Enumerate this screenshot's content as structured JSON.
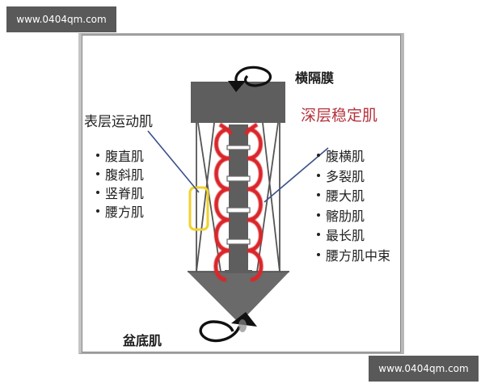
{
  "watermark": {
    "top": "www.0404qm.com",
    "bottom": "www.0404qm.com"
  },
  "diagram": {
    "labels": {
      "diaphragm": "横隔膜",
      "pelvic_floor": "盆底肌",
      "surface_muscles_title": "表层运动肌",
      "deep_muscles_title": "深层稳定肌"
    },
    "surface_muscles": [
      {
        "label": "腹直肌"
      },
      {
        "label": "腹斜肌"
      },
      {
        "label": "竖脊肌"
      },
      {
        "label": "腰方肌"
      }
    ],
    "deep_muscles": [
      {
        "label": "腹横肌"
      },
      {
        "label": "多裂肌"
      },
      {
        "label": "腰大肌"
      },
      {
        "label": "髂肋肌"
      },
      {
        "label": "最长肌"
      },
      {
        "label": "腰方肌中束"
      }
    ],
    "colors": {
      "block_gray": "#5e5e5e",
      "deep_muscle_red": "#d9252a",
      "highlight_yellow": "#f0d22c",
      "pointer_blue": "#3a4f8a",
      "deep_title_red": "#b5333d"
    }
  }
}
